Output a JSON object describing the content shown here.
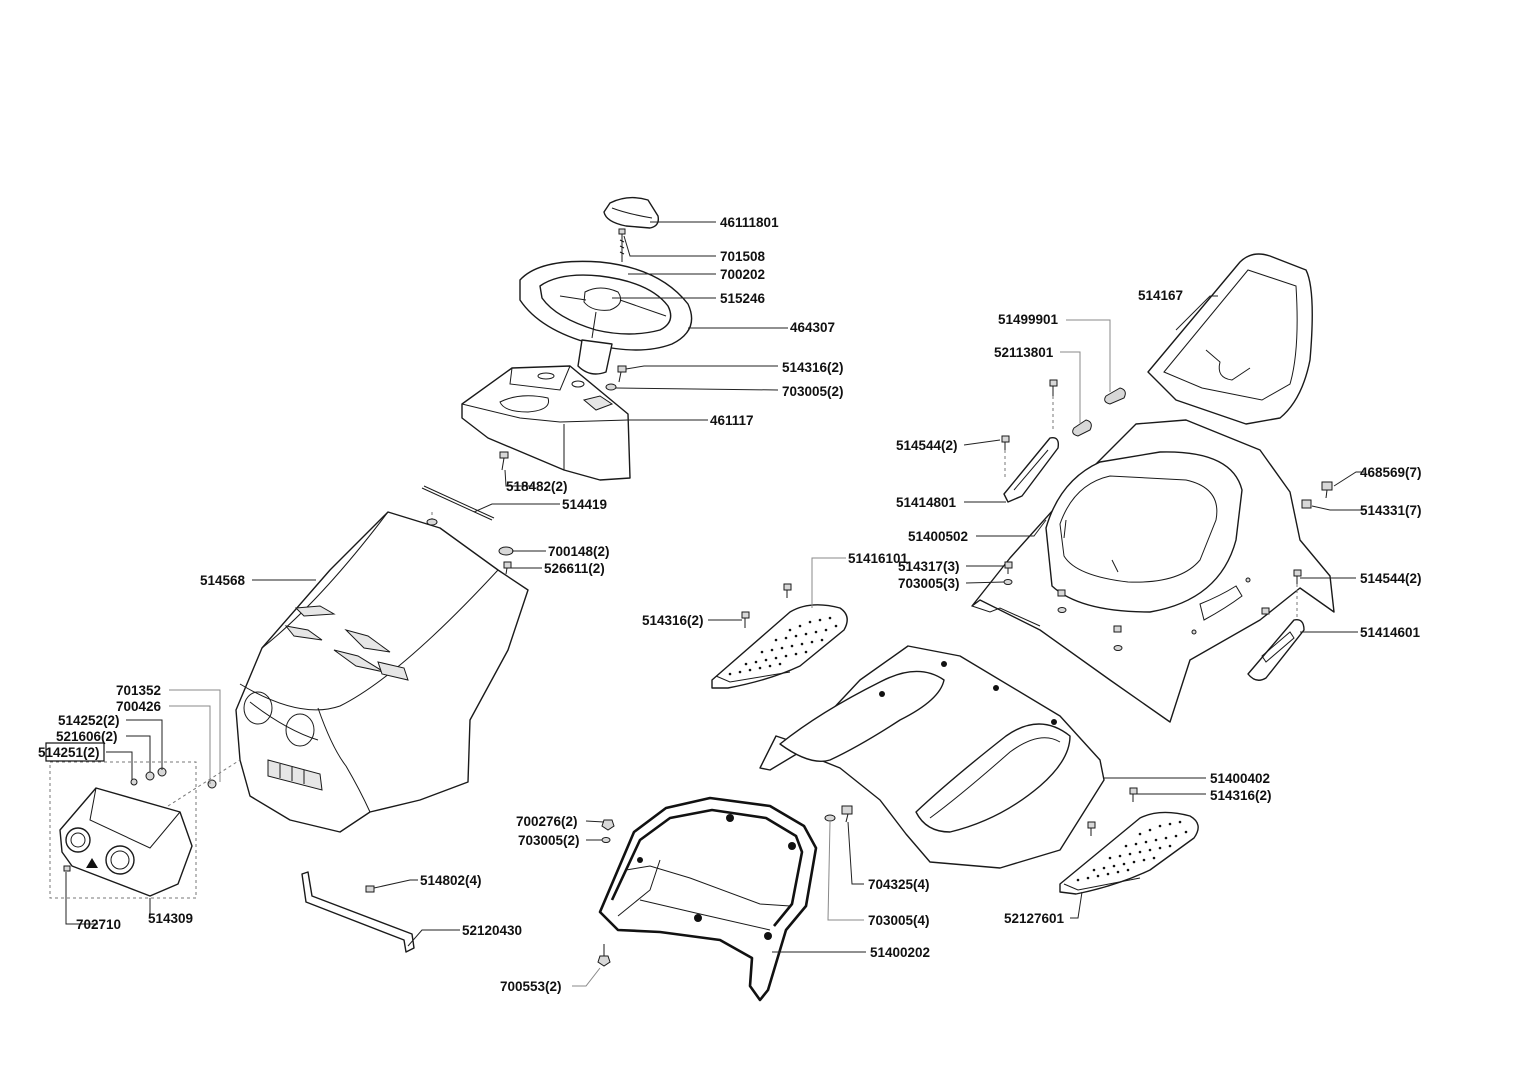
{
  "diagram": {
    "colors": {
      "line": "#1a1a1a",
      "background": "#ffffff",
      "leader": "#222222"
    },
    "labels": {
      "l46111801": "46111801",
      "l701508": "701508",
      "l700202": "700202",
      "l515246": "515246",
      "l464307": "464307",
      "l514316a": "514316(2)",
      "l703005a": "703005(2)",
      "l461117": "461117",
      "l518482": "518482(2)",
      "l514419": "514419",
      "l700148": "700148(2)",
      "l526611": "526611(2)",
      "l514568": "514568",
      "l701352": "701352",
      "l700426": "700426",
      "l514252": "514252(2)",
      "l521606": "521606(2)",
      "l514251": "514251(2)",
      "l702710": "702710",
      "l514309": "514309",
      "l514802": "514802(4)",
      "l52120430": "52120430",
      "l514167": "514167",
      "l51499901": "51499901",
      "l52113801": "52113801",
      "l514544a": "514544(2)",
      "l51414801": "51414801",
      "l51400502": "51400502",
      "l468569": "468569(7)",
      "l514331": "514331(7)",
      "l51416101": "51416101",
      "l514317": "514317(3)",
      "l703005b": "703005(3)",
      "l514316b": "514316(2)",
      "l514544b": "514544(2)",
      "l51414601": "51414601",
      "l51400402": "51400402",
      "l514316c": "514316(2)",
      "l700276": "700276(2)",
      "l703005c": "703005(2)",
      "l704325": "704325(4)",
      "l703005d": "703005(4)",
      "l51400202": "51400202",
      "l700553": "700553(2)",
      "l52127601": "52127601"
    }
  }
}
